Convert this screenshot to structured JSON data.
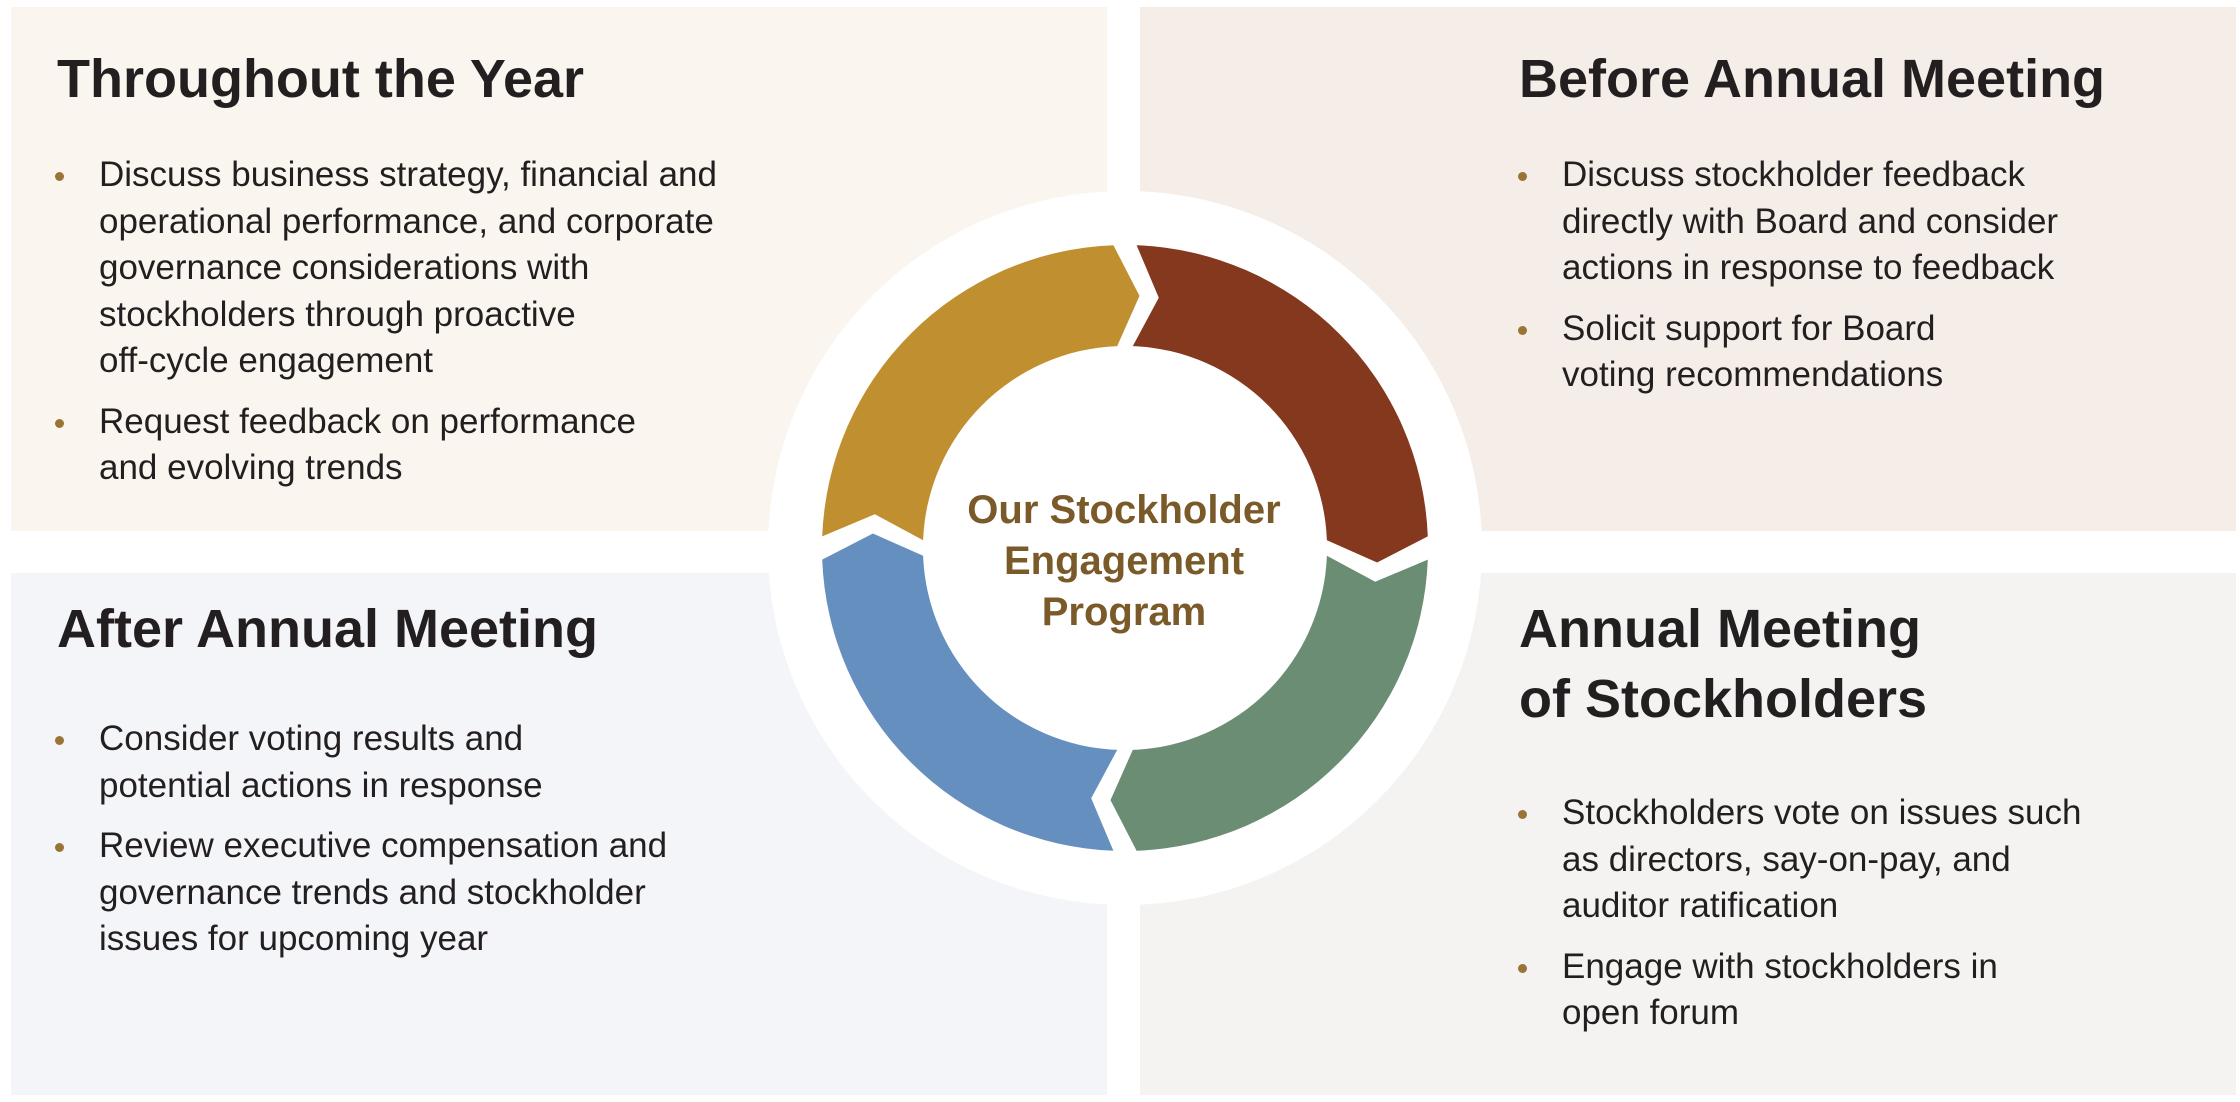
{
  "center": {
    "title_lines": [
      "Our Stockholder",
      "Engagement",
      "Program"
    ]
  },
  "colors": {
    "gold": "#c09030",
    "brown": "#84381e",
    "green": "#6a8d73",
    "blue": "#658fbf",
    "center_text": "#7a5a28",
    "bullet": "#9a7437"
  },
  "quadrants": {
    "throughout_year": {
      "title": "Throughout the Year",
      "bullets": [
        [
          "Discuss business strategy, financial and",
          "operational performance, and corporate",
          "governance considerations with",
          "stockholders through proactive",
          "off-cycle engagement"
        ],
        [
          "Request feedback on performance",
          "and evolving trends"
        ]
      ]
    },
    "before_meeting": {
      "title": "Before Annual Meeting",
      "bullets": [
        [
          "Discuss stockholder feedback",
          "directly with Board and consider",
          "actions in response to feedback"
        ],
        [
          "Solicit support for Board",
          "voting recommendations"
        ]
      ]
    },
    "after_meeting": {
      "title": "After Annual Meeting",
      "bullets": [
        [
          "Consider voting results and",
          "potential actions in response"
        ],
        [
          "Review executive compensation and",
          "governance trends and stockholder",
          "issues for upcoming year"
        ]
      ]
    },
    "annual_meeting": {
      "title_lines": [
        "Annual Meeting",
        "of Stockholders"
      ],
      "bullets": [
        [
          "Stockholders vote on issues such",
          "as directors, say-on-pay, and",
          "auditor ratification"
        ],
        [
          "Engage with stockholders in",
          "open forum"
        ]
      ]
    }
  }
}
